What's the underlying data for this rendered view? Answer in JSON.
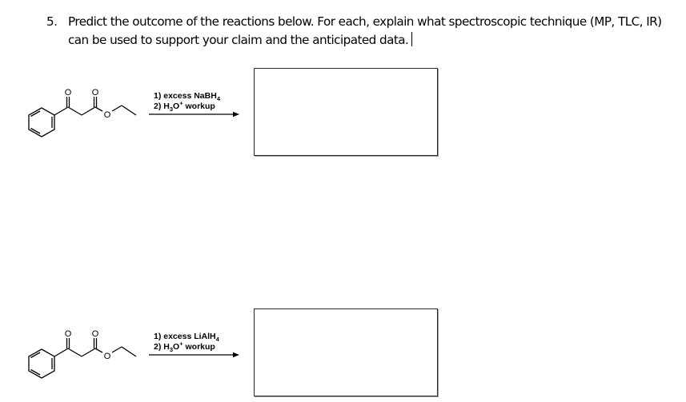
{
  "question": {
    "number": "5.",
    "text": "Predict the outcome of the reactions below. For each, explain what spectroscopic technique (MP, TLC, IR) can be used to support your claim and the anticipated data."
  },
  "reactions": [
    {
      "reactant": "ethyl benzoylacetate (ethyl 3-oxo-3-phenylpropanoate)",
      "reactant_atom_labels": {
        "ketone_o": "O",
        "ester_carbonyl_o": "O",
        "ester_o": "O"
      },
      "step1_prefix": "1) excess ",
      "step1_reagent": "NaBH",
      "step1_subscript": "4",
      "step2_prefix": "2) H",
      "step2_sub": "3",
      "step2_o": "O",
      "step2_sup": "+",
      "step2_suffix": " workup",
      "answer": ""
    },
    {
      "reactant": "ethyl benzoylacetate (ethyl 3-oxo-3-phenylpropanoate)",
      "reactant_atom_labels": {
        "ketone_o": "O",
        "ester_carbonyl_o": "O",
        "ester_o": "O"
      },
      "step1_prefix": "1) excess ",
      "step1_reagent": "LiAlH",
      "step1_subscript": "4",
      "step2_prefix": "2) H",
      "step2_sub": "3",
      "step2_o": "O",
      "step2_sup": "+",
      "step2_suffix": " workup",
      "answer": ""
    }
  ],
  "colors": {
    "text": "#000000",
    "box_border": "#2b2b2b",
    "background": "#ffffff"
  }
}
